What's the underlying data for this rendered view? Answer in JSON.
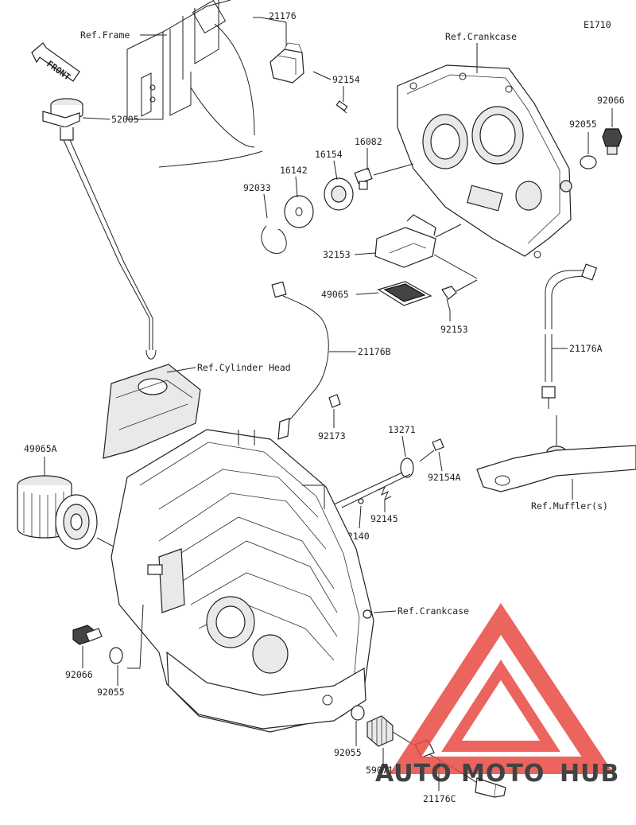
{
  "diagram": {
    "code": "E1710",
    "front_label": "FRONT",
    "labels": {
      "ref_frame": "Ref.Frame",
      "ref_crankcase_top": "Ref.Crankcase",
      "ref_cylinder_head": "Ref.Cylinder Head",
      "ref_crankcase_right": "Ref.Crankcase",
      "ref_mufflers": "Ref.Muffler(s)",
      "p21176": "21176",
      "p92154": "92154",
      "p52005": "52005",
      "p16082": "16082",
      "p16154": "16154",
      "p16142": "16142",
      "p92033": "92033",
      "p92066_top": "92066",
      "p92055_top": "92055",
      "p32153": "32153",
      "p49065": "49065",
      "p92153": "92153",
      "p21176B": "21176B",
      "p21176A": "21176A",
      "p92173": "92173",
      "p13271": "13271",
      "p92154A": "92154A",
      "p49065A": "49065A",
      "p92145": "92145",
      "p92140": "92140",
      "p92066_bottom": "92066",
      "p92055_left": "92055",
      "p92055_bottom": "92055",
      "p59071": "59071",
      "p21176C": "21176C"
    }
  },
  "watermark": {
    "brand_a": "AUTO",
    "brand_b": "MOTO",
    "brand_c": "HUB",
    "color_red": "#e84a43",
    "color_orange": "#f2a51c",
    "color_gray": "#6f6f6f"
  }
}
